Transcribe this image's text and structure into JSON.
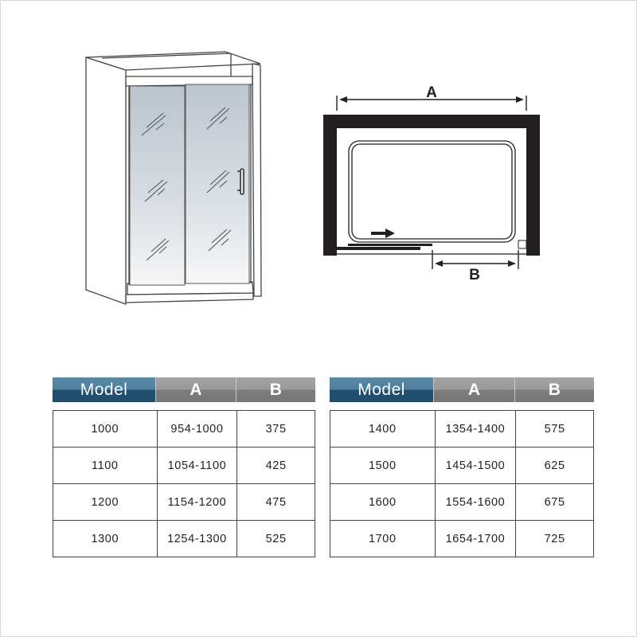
{
  "diagram": {
    "perspective_view": {
      "label": "sliding-shower-door-3d"
    },
    "plan_view": {
      "dimension_a_label": "A",
      "dimension_b_label": "B"
    }
  },
  "tables": [
    {
      "headers": [
        "Model",
        "A",
        "B"
      ],
      "rows": [
        [
          "1000",
          "954-1000",
          "375"
        ],
        [
          "1100",
          "1054-1100",
          "425"
        ],
        [
          "1200",
          "1154-1200",
          "475"
        ],
        [
          "1300",
          "1254-1300",
          "525"
        ]
      ]
    },
    {
      "headers": [
        "Model",
        "A",
        "B"
      ],
      "rows": [
        [
          "1400",
          "1354-1400",
          "575"
        ],
        [
          "1500",
          "1454-1500",
          "625"
        ],
        [
          "1600",
          "1554-1600",
          "675"
        ],
        [
          "1700",
          "1654-1700",
          "725"
        ]
      ]
    }
  ],
  "colors": {
    "model_header": "#2b5877",
    "dim_header": "#8a8a8a",
    "wall": "#231f20",
    "glass": "#c9d2da"
  }
}
